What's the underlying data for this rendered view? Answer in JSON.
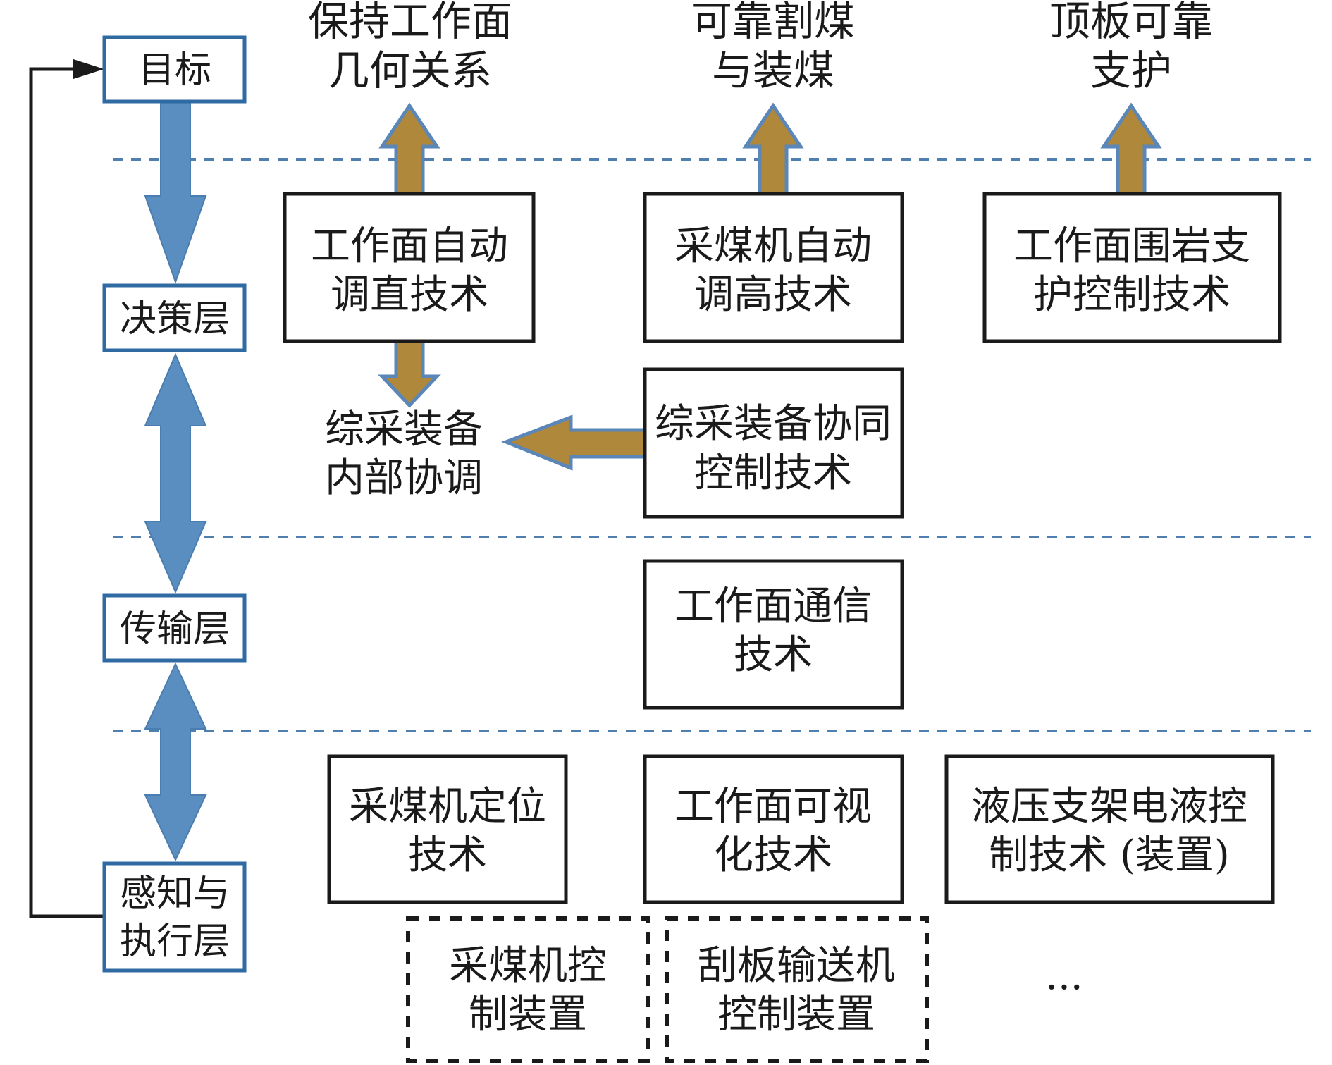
{
  "layers": {
    "goal": "目标",
    "decision": "决策层",
    "transmission": "传输层",
    "perception_1": "感知与",
    "perception_2": "执行层"
  },
  "goals": {
    "geometry_1": "保持工作面",
    "geometry_2": "几何关系",
    "cutting_1": "可靠割煤",
    "cutting_2": "与装煤",
    "roof_1": "顶板可靠",
    "roof_2": "支护"
  },
  "decision_boxes": {
    "straightening_1": "工作面自动",
    "straightening_2": "调直技术",
    "height_1": "采煤机自动",
    "height_2": "调高技术",
    "support_1": "工作面围岩支",
    "support_2": "护控制技术",
    "coordination_1": "综采装备协同",
    "coordination_2": "控制技术"
  },
  "internal_coord": {
    "line1": "综采装备",
    "line2": "内部协调"
  },
  "transmission_box": {
    "line1": "工作面通信",
    "line2": "技术"
  },
  "perception_boxes": {
    "positioning_1": "采煤机定位",
    "positioning_2": "技术",
    "visual_1": "工作面可视",
    "visual_2": "化技术",
    "hydraulic_1": "液压支架电液控",
    "hydraulic_2": "制技术 (装置)"
  },
  "devices": {
    "shearer_1": "采煤机控",
    "shearer_2": "制装置",
    "conveyor_1": "刮板输送机",
    "conveyor_2": "控制装置",
    "more": "···"
  },
  "colors": {
    "layer_blue": "#2f6aa3",
    "arrow_blue": "#5a8dc0",
    "arrow_gold": "#b0883c",
    "divider": "#4f7faf"
  }
}
